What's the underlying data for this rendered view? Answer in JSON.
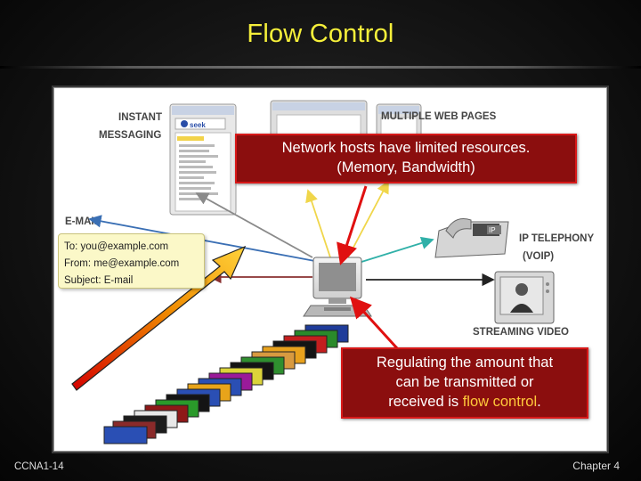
{
  "slide": {
    "title": "Flow Control",
    "footer_left": "CCNA1-14",
    "footer_right": "Chapter 4",
    "title_color": "#f5ef3a"
  },
  "diagram": {
    "labels": {
      "instant_messaging_1": "INSTANT",
      "instant_messaging_2": "MESSAGING",
      "multiple_web_pages": "MULTIPLE WEB PAGES",
      "email": "E-MAIL",
      "ip_telephony_1": "IP TELEPHONY",
      "ip_telephony_2": "(VOIP)",
      "streaming_video": "STREAMING VIDEO",
      "phone_badge": "IP"
    },
    "email_card": {
      "to": "To: you@example.com",
      "from": "From: me@example.com",
      "subject": "Subject: E-mail"
    },
    "im_window": {
      "logo": "seek"
    },
    "callouts": {
      "top_line1": "Network hosts have limited resources.",
      "top_line2": "(Memory, Bandwidth)",
      "bottom_line1": "Regulating the amount that",
      "bottom_line2": "can be transmitted or",
      "bottom_line3_pre": "received is ",
      "bottom_line3_highlight": "flow control",
      "bottom_line3_post": "."
    },
    "colors": {
      "callout_bg": "#8b0e0e",
      "callout_border": "#d81818",
      "highlight": "#ffc83a",
      "arrow_email": "#3a6fb4",
      "arrow_web": "#f0d64a",
      "arrow_phone": "#30b0a8",
      "arrow_video": "#222222",
      "arrow_im": "#8a8a8a",
      "arrow_email_left": "#8a3030"
    }
  }
}
